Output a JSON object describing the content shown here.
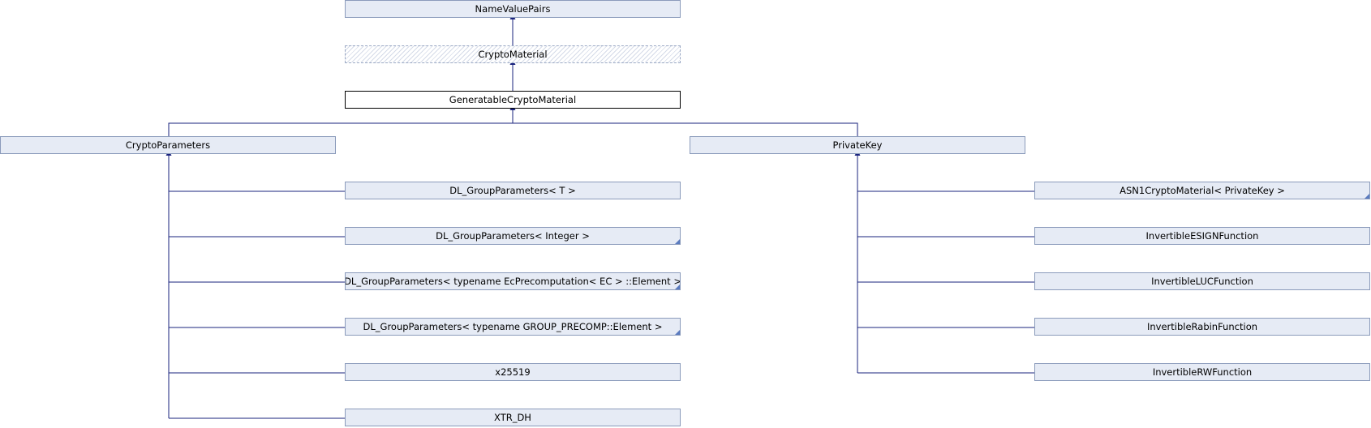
{
  "diagram": {
    "nodes": {
      "name_value_pairs": "NameValuePairs",
      "crypto_material": "CryptoMaterial",
      "generatable_crypto_material": "GeneratableCryptoMaterial",
      "crypto_parameters": "CryptoParameters",
      "private_key": "PrivateKey",
      "dl_group_params_t": "DL_GroupParameters< T >",
      "dl_group_params_integer": "DL_GroupParameters< Integer >",
      "dl_group_params_ec": "DL_GroupParameters< typename EcPrecomputation< EC > ::Element >",
      "dl_group_params_group_precomp": "DL_GroupParameters< typename GROUP_PRECOMP::Element >",
      "x25519": "x25519",
      "xtr_dh": "XTR_DH",
      "asn1_crypto_material_private_key": "ASN1CryptoMaterial< PrivateKey >",
      "invertible_esign_function": "InvertibleESIGNFunction",
      "invertible_luc_function": "InvertibleLUCFunction",
      "invertible_rabin_function": "InvertibleRabinFunction",
      "invertible_rw_function": "InvertibleRWFunction"
    },
    "colors": {
      "node_fill": "#e6ebf5",
      "node_border": "#8b9bbb",
      "edge": "#1a237e",
      "current_border": "#000000"
    }
  }
}
